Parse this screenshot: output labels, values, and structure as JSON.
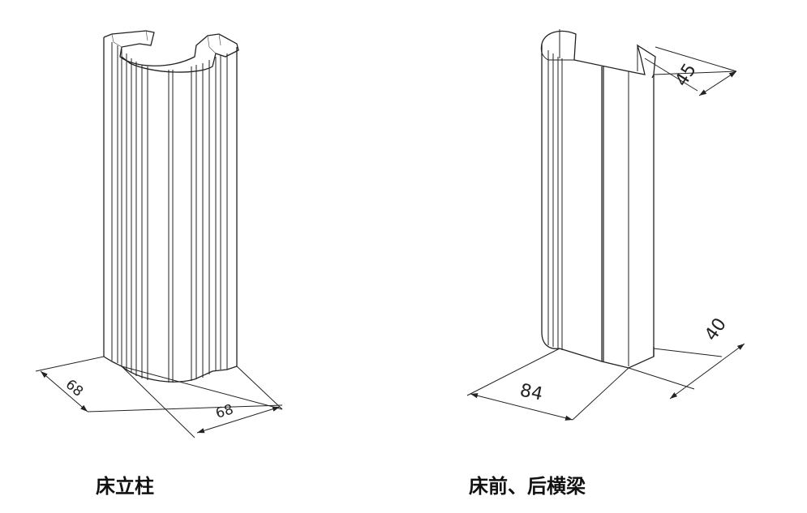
{
  "figures": [
    {
      "caption": "床立柱",
      "dimensions": [
        "68",
        "68"
      ]
    },
    {
      "caption": "床前、后横梁",
      "dimensions": [
        "84",
        "45",
        "40"
      ]
    }
  ]
}
